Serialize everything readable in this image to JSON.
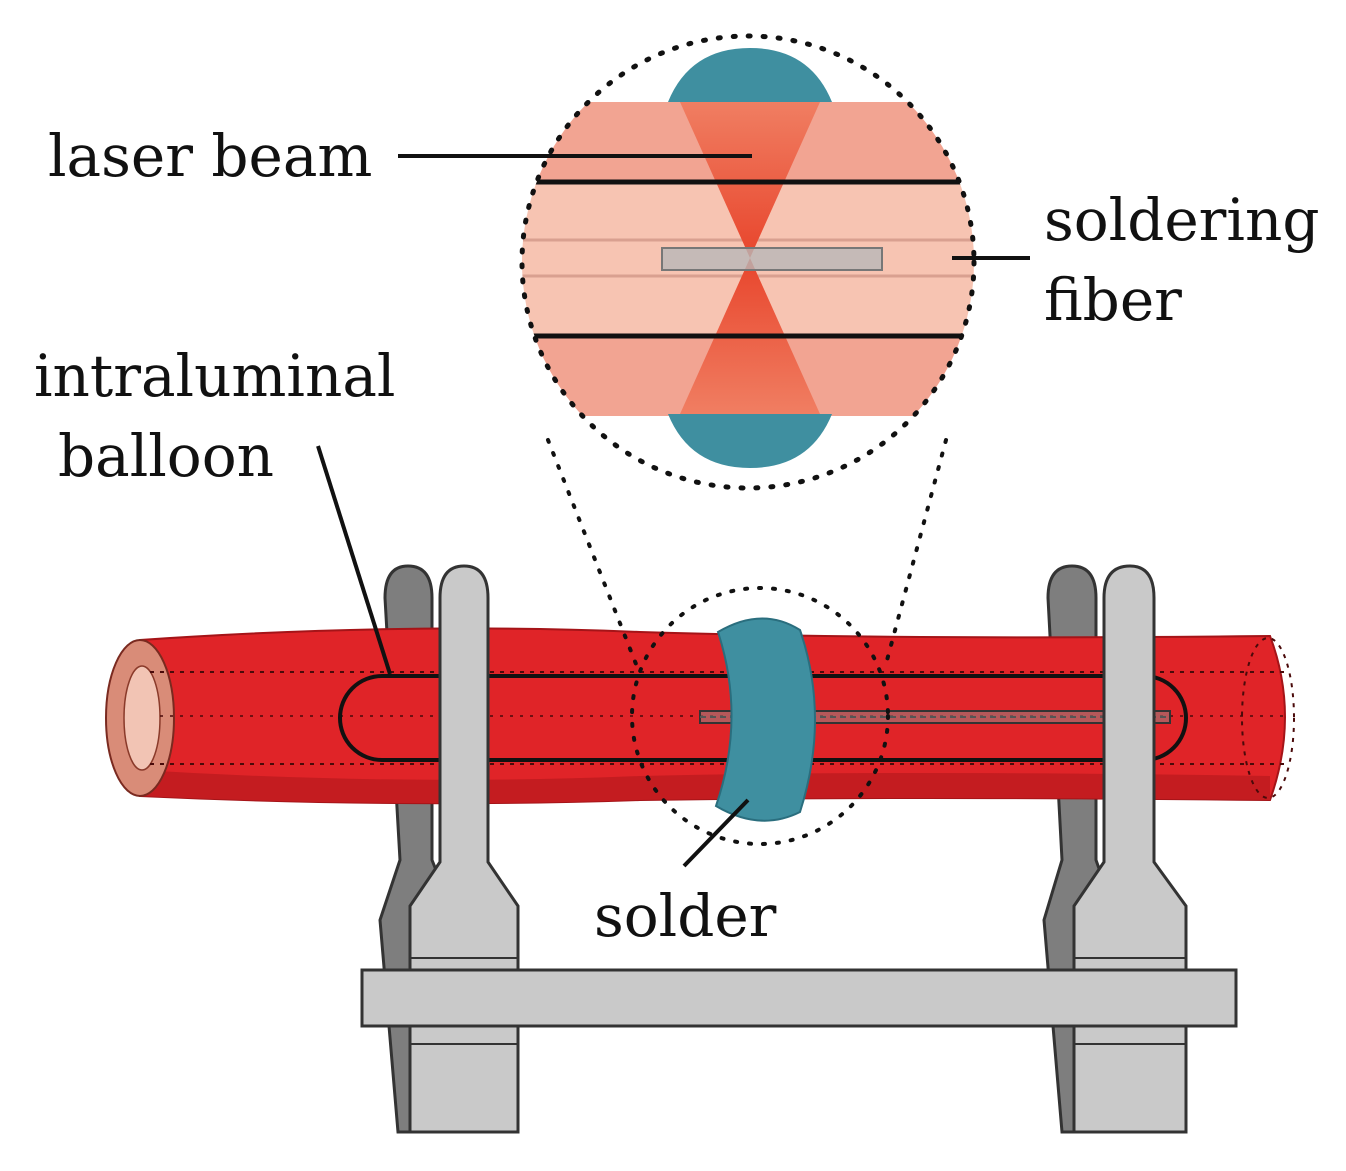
{
  "labels": {
    "laser_beam": "laser beam",
    "soldering_fiber_line1": "soldering",
    "soldering_fiber_line2": "fiber",
    "intraluminal_balloon_line1": "intraluminal",
    "intraluminal_balloon_line2": "balloon",
    "solder": "solder"
  },
  "colors": {
    "vessel": "#e02428",
    "vessel_shadow": "#c41c20",
    "vessel_lumen": "#e8a08c",
    "vessel_lumen_inner": "#f2c4b4",
    "solder": "#3f8fa0",
    "clamp_front": "#c9c9c9",
    "clamp_back": "#7e7e7e",
    "inset_tissue": "#f2a492",
    "inset_tissue_light": "#f7c4b2",
    "laser": "#ec5a3a",
    "outline": "#111111"
  }
}
